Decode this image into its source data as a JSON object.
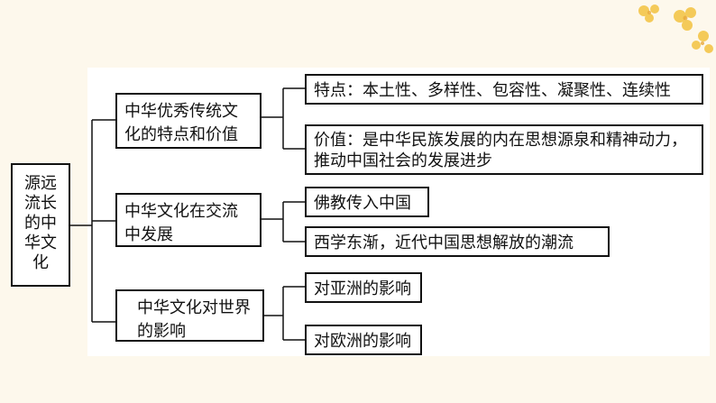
{
  "root": {
    "label": "源远流长的中华文化"
  },
  "branches": [
    {
      "label": "中华优秀传统文化的特点和价值",
      "leaves": [
        "特点：本土性、多样性、包容性、凝聚性、连续性",
        "价值：是中华民族发展的内在思想源泉和精神动力，推动中国社会的发展进步"
      ]
    },
    {
      "label": "中华文化在交流中发展",
      "leaves": [
        "佛教传入中国",
        "西学东渐，近代中国思想解放的潮流"
      ]
    },
    {
      "label": "中华文化对世界的影响",
      "leaves": [
        "对亚洲的影响",
        "对欧洲的影响"
      ]
    }
  ]
}
